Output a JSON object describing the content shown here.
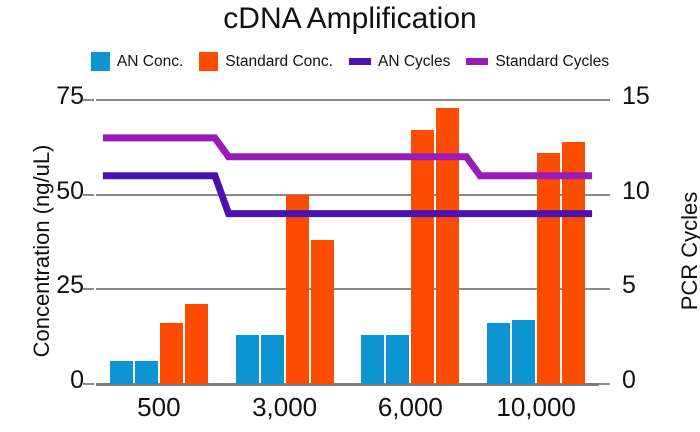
{
  "chart_data": {
    "type": "bar",
    "title": "cDNA Amplification",
    "xlabel": "",
    "ylabel": "Concentration (ng/uL)",
    "y2label": "PCR Cycles",
    "categories": [
      "500",
      "3,000",
      "6,000",
      "10,000"
    ],
    "ylim": [
      0,
      75
    ],
    "yticks": [
      0,
      25,
      50,
      75
    ],
    "y2lim": [
      0,
      15
    ],
    "y2ticks": [
      0,
      5,
      10,
      15
    ],
    "grid": true,
    "legend_position": "top",
    "bar_series": [
      {
        "name": "AN Conc.",
        "color": "#0d94d2",
        "axis": "left",
        "replicates": [
          [
            6,
            6
          ],
          [
            13,
            13
          ],
          [
            13,
            13
          ],
          [
            16,
            17
          ]
        ]
      },
      {
        "name": "Standard Conc.",
        "color": "#fc4c02",
        "axis": "left",
        "replicates": [
          [
            16,
            21
          ],
          [
            50,
            38
          ],
          [
            67,
            73
          ],
          [
            61,
            64
          ]
        ]
      }
    ],
    "line_series": [
      {
        "name": "AN Cycles",
        "color": "#4a13b0",
        "axis": "right",
        "values": [
          11,
          11,
          9,
          9,
          9,
          9,
          9,
          9
        ]
      },
      {
        "name": "Standard Cycles",
        "color": "#9b1bb8",
        "axis": "right",
        "values": [
          13,
          13,
          12,
          12,
          12,
          12,
          11,
          11
        ]
      }
    ]
  },
  "legend": {
    "items": [
      {
        "label": "AN Conc.",
        "color": "#0d94d2",
        "marker": "square"
      },
      {
        "label": "Standard Conc.",
        "color": "#fc4c02",
        "marker": "square"
      },
      {
        "label": "AN Cycles",
        "color": "#4a13b0",
        "marker": "line"
      },
      {
        "label": "Standard Cycles",
        "color": "#9b1bb8",
        "marker": "line"
      }
    ]
  },
  "axes": {
    "left_ticks": [
      "75",
      "50",
      "25",
      "0"
    ],
    "right_ticks": [
      "15",
      "10",
      "5",
      "0"
    ]
  }
}
